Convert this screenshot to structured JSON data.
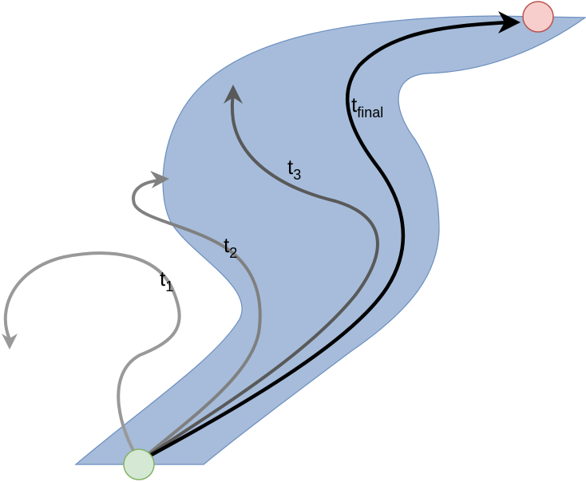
{
  "labels": {
    "t1": {
      "base": "t",
      "sub": "1"
    },
    "t2": {
      "base": "t",
      "sub": "2"
    },
    "t3": {
      "base": "t",
      "sub": "3"
    },
    "tfinal": {
      "base": "t",
      "sub": "final"
    }
  },
  "colors": {
    "region_fill": "#a6bcda",
    "region_stroke": "#6c8ebf",
    "t1_stroke": "#999999",
    "t2_stroke": "#808080",
    "t3_stroke": "#595959",
    "tfinal_stroke": "#000000",
    "start_fill": "#d5e8d4",
    "start_stroke": "#82b366",
    "goal_fill": "#f8cecc",
    "goal_stroke": "#b85450"
  }
}
